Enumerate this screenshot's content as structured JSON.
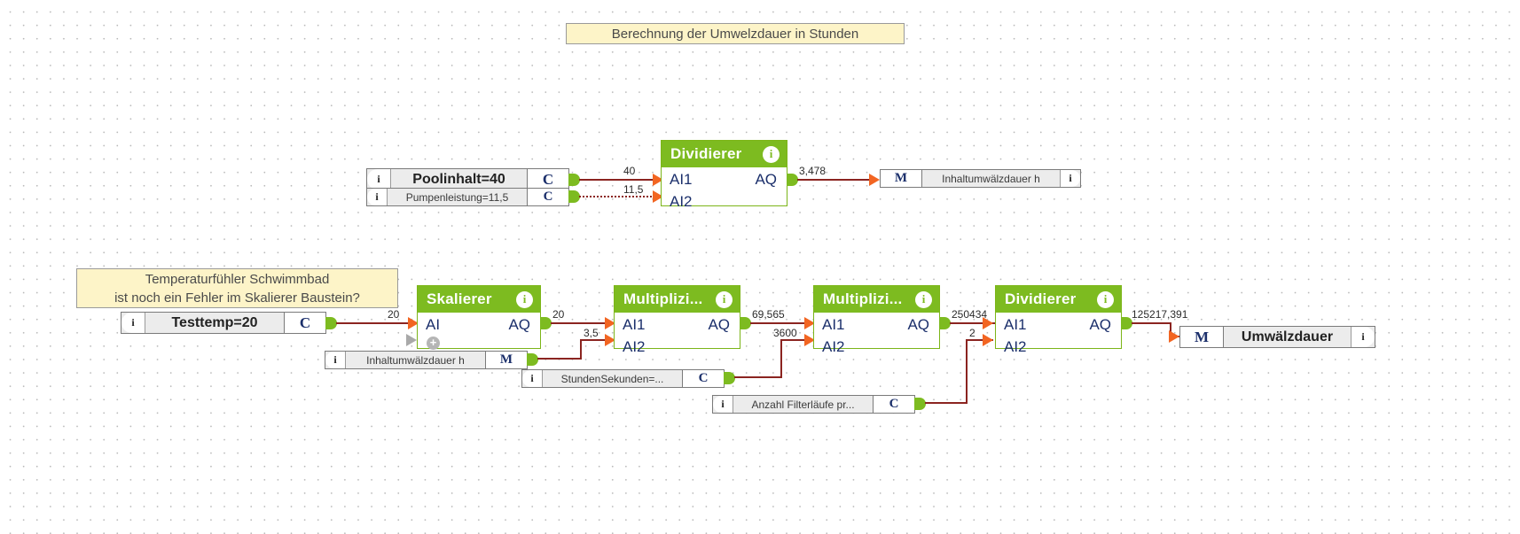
{
  "page": {
    "title_comment": "Berechnung der Umwelzdauer in Stunden",
    "note_line1": "Temperaturfühler Schwimmbad",
    "note_line2": "ist noch ein Fehler im Skalierer Baustein?",
    "colors": {
      "block_green": "#7dbb20",
      "wire_red": "#8b2420",
      "comment_yellow": "#fdf4c8",
      "input_arrow_orange": "#f26522"
    }
  },
  "icons": {
    "info": "i",
    "plus": "+",
    "const_type": "C",
    "flag_type": "M"
  },
  "top_row": {
    "const_poolinhalt": {
      "name": "Poolinhalt=40",
      "type": "C"
    },
    "const_pumpenleistung": {
      "name": "Pumpenleistung=11,5",
      "type": "C"
    },
    "divider": {
      "title": "Dividierer",
      "in1": "AI1",
      "in2": "AI2",
      "out": "AQ",
      "in1_value": "40",
      "in2_value": "11,5",
      "out_value": "3,478"
    },
    "flag_inhaltumwaelzdauer": {
      "name": "Inhaltumwälzdauer h",
      "type": "M"
    }
  },
  "bottom_row": {
    "const_testtemp": {
      "name": "Testtemp=20",
      "type": "C"
    },
    "scaler": {
      "title": "Skalierer",
      "in1": "AI",
      "out": "AQ",
      "in1_value": "20",
      "out_value": "20"
    },
    "flag_inhaltumwaelzdauer": {
      "name": "Inhaltumwälzdauer h",
      "type": "M"
    },
    "mult1": {
      "title": "Multiplizi...",
      "in1": "AI1",
      "in2": "AI2",
      "out": "AQ",
      "in1_value": "20",
      "in2_value": "3,5",
      "out_value": "69,565"
    },
    "const_stundensekunden": {
      "name": "StundenSekunden=...",
      "type": "C"
    },
    "mult2": {
      "title": "Multiplizi...",
      "in1": "AI1",
      "in2": "AI2",
      "out": "AQ",
      "in1_value": "69,565",
      "in2_value": "3600",
      "out_value": "250434"
    },
    "const_filterlaeufe": {
      "name": "Anzahl Filterläufe pr...",
      "type": "C"
    },
    "divider2": {
      "title": "Dividierer",
      "in1": "AI1",
      "in2": "AI2",
      "out": "AQ",
      "in1_value": "250434",
      "in2_value": "2",
      "out_value": "125217,391"
    },
    "flag_umwaelzdauer": {
      "name": "Umwälzdauer",
      "type": "M"
    }
  }
}
